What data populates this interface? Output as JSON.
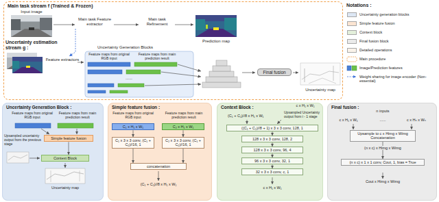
{
  "diagram": {
    "nodes": [
      {
        "text": [
          "Main task stream f (Trained & Frozen)"
        ]
      },
      {
        "text": [
          "Final fusion"
        ],
        "in": 0
      },
      {
        "text": [
          "Uncertainty Generation Block :"
        ]
      },
      {
        "text": [
          "Simple feature fusion"
        ],
        "in": 2
      },
      {
        "text": [
          "Context Block"
        ],
        "in": 2
      },
      {
        "text": [
          "Simple feature fusion :"
        ]
      },
      {
        "text": [
          "C₁ x H₁ x W₁"
        ],
        "in": 5
      },
      {
        "text": [
          "C₂ x H₁ x W₁"
        ],
        "in": 5
      },
      {
        "text": [
          "C₁ x 3 x 3 conv, (C₁ + C₂)//16, 1"
        ],
        "in": 5
      },
      {
        "text": [
          "C₂ x 3 x 3 conv, (C₁ + C₂)//16, 1"
        ],
        "in": 5
      },
      {
        "text": [
          "concatenation"
        ],
        "in": 5
      },
      {
        "text": [
          "Context Block :"
        ]
      },
      {
        "text": [
          "((C₁ + C₂)//8 + 1) x 3 x 3 conv, 128, 1"
        ],
        "in": 11
      },
      {
        "text": [
          "128 x 3 x 3 conv, 128, 2"
        ],
        "in": 11
      },
      {
        "text": [
          "128 x 3 x 3 conv, 96, 4"
        ],
        "in": 11
      },
      {
        "text": [
          "96 x 3 x 3 conv, 32, 1"
        ],
        "in": 11
      },
      {
        "text": [
          "32 x 3 x 3 conv, c, 1"
        ],
        "in": 11
      },
      {
        "text": [
          "Final fusion :"
        ]
      },
      {
        "text": [
          "Upsample to c x Himg x Wimg Concatenation"
        ],
        "in": 17
      },
      {
        "text": [
          "(n x c) x 1 x 1 conv, Cout, 1, bias = True"
        ],
        "in": 17
      }
    ],
    "edges": [
      {
        "from": 3,
        "to": 4,
        "arrow": "to"
      },
      {
        "from": 6,
        "to": 8,
        "arrow": "to"
      },
      {
        "from": 7,
        "to": 9,
        "arrow": "to"
      },
      {
        "from": 8,
        "to": 10,
        "arrow": "to"
      },
      {
        "from": 9,
        "to": 10,
        "arrow": "to"
      },
      {
        "from": 12,
        "to": 13,
        "arrow": "to"
      },
      {
        "from": 13,
        "to": 14,
        "arrow": "to"
      },
      {
        "from": 14,
        "to": 15,
        "arrow": "to"
      },
      {
        "from": 15,
        "to": 16,
        "arrow": "to"
      },
      {
        "from": 18,
        "to": 19,
        "arrow": "to"
      }
    ],
    "labels": [
      "Input image",
      "Main task Feature extractor",
      "Main task Refinement",
      "Prediction map",
      "Uncertainty estimation stream g :",
      "Feature extractors",
      "Uncertainty Generation Blocks",
      "Feature maps from original RGB input",
      "Feature maps from main prediction result",
      "......",
      "Uncertainty map",
      "Notations :",
      "Feature maps from original RGB input",
      "Feature maps from main prediction result",
      "Upsampled uncertainty output from the previous stage",
      "Uncertainty map",
      "Feature maps from original RGB input",
      "Feature maps from main prediction result",
      "(C₁ + C₂)//8 x H₁ x W₁",
      "(C₁ + C₂)//8 x H₁ x W₁",
      "c x H₁ x W₁",
      "Upsampled Uncertainty output from i - 1 stage",
      "c x H₁ x W₁",
      "c x H₁ x W₁",
      "n inputs",
      "c x Hₙ x Wₙ",
      "......",
      "(n x c) x Himg x Wimg",
      "Cout x Himg x Wimg"
    ],
    "legend": [
      {
        "text": "Uncertainty generation blocks",
        "color": "#dde7f4"
      },
      {
        "text": "Simple feature fusion",
        "color": "#fce5d2"
      },
      {
        "text": "Context block",
        "color": "#e4f0db"
      },
      {
        "text": "Final fusion block",
        "color": "#ebebeb"
      },
      {
        "text": "Detailed operations",
        "color": "#faf3ea"
      },
      {
        "text": "Main procedure"
      },
      {
        "text": "Image/Prediction features"
      },
      {
        "text": "Weight sharing for image encoder (Non-essential)"
      }
    ]
  }
}
